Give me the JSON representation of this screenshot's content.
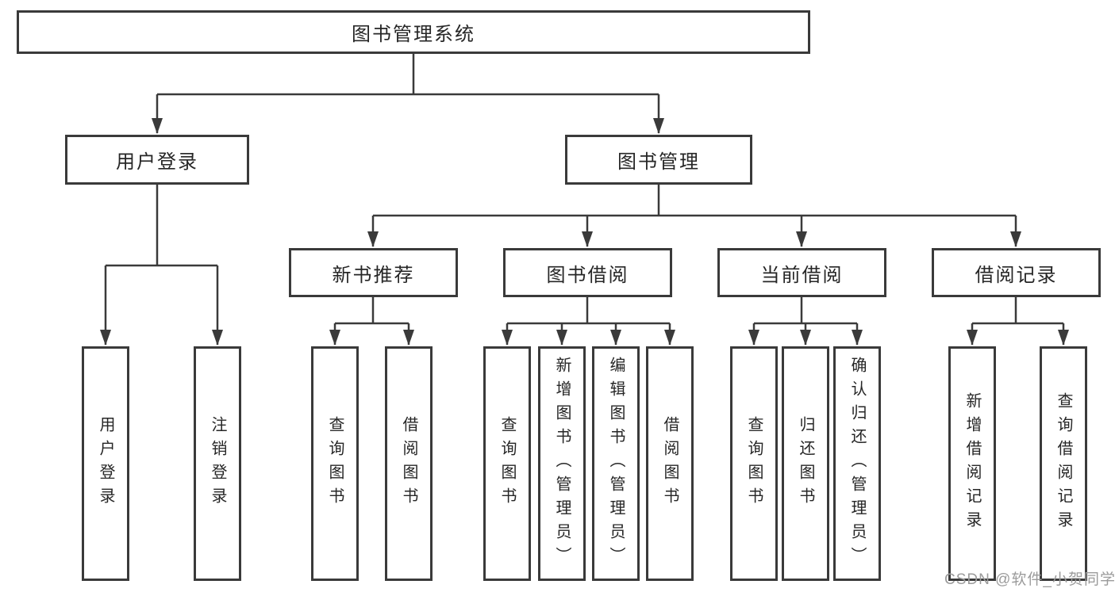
{
  "diagram": {
    "title": "图书管理系统",
    "level2": {
      "user_login": "用户登录",
      "book_mgmt": "图书管理"
    },
    "level3": {
      "new_book": "新书推荐",
      "book_borrow": "图书借阅",
      "current_borrow": "当前借阅",
      "borrow_record": "借阅记录"
    },
    "leaves": {
      "user_login": "用户登录",
      "logout": "注销登录",
      "nb_query": "查询图书",
      "nb_borrow": "借阅图书",
      "bb_query": "查询图书",
      "bb_add": "新增图书（管理员）",
      "bb_edit": "编辑图书（管理员）",
      "bb_borrow": "借阅图书",
      "cb_query": "查询图书",
      "cb_return": "归还图书",
      "cb_confirm": "确认归还（管理员）",
      "br_add": "新增借阅记录",
      "br_query": "查询借阅记录"
    },
    "colors": {
      "line": "#3a3a3a",
      "text": "#262626",
      "background": "#ffffff",
      "watermark": "#9b9b9b"
    }
  },
  "watermark": "CSDN @软件_小贺同学"
}
